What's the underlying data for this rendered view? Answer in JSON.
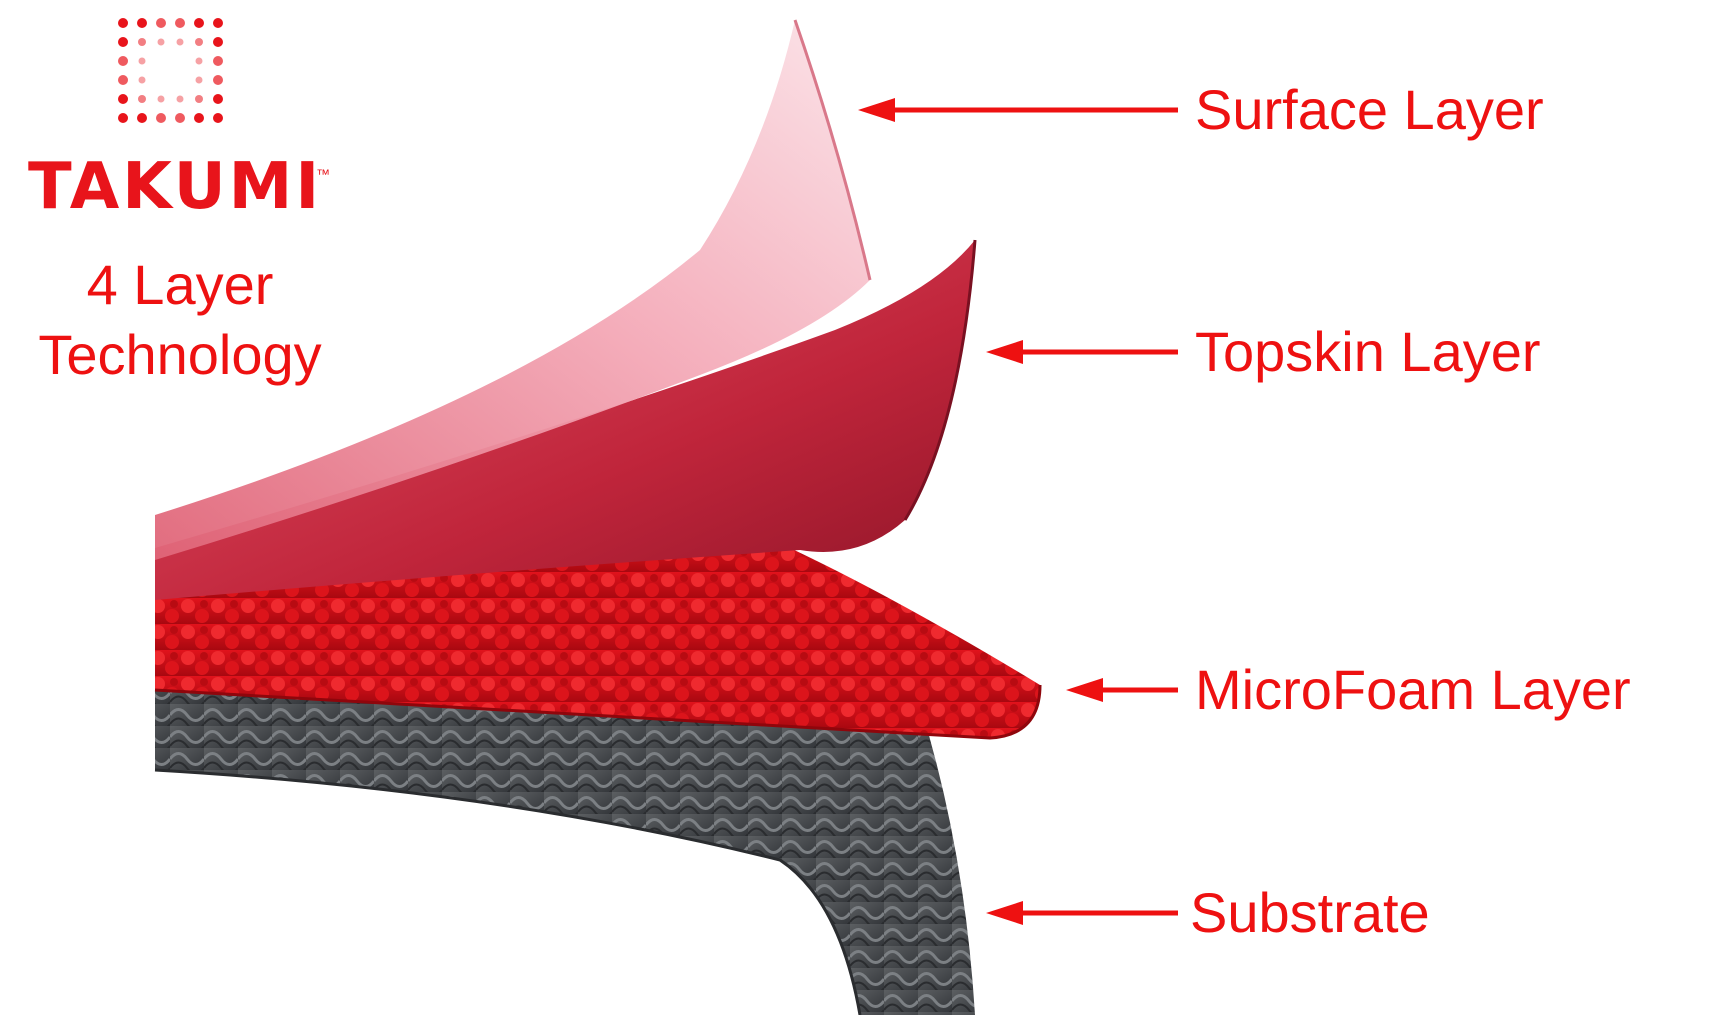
{
  "brand": {
    "logo_icon": "dotted-square-logo",
    "wordmark": "TAKUMI",
    "trademark": "™",
    "subtitle_line1": "4 Layer",
    "subtitle_line2": "Technology"
  },
  "layers": [
    {
      "label": "Surface Layer"
    },
    {
      "label": "Topskin Layer"
    },
    {
      "label": "MicroFoam Layer"
    },
    {
      "label": "Substrate"
    }
  ],
  "colors": {
    "accent": "#ee1111",
    "surface": "#f1a3b0",
    "topskin": "#c4273d",
    "microfoam": "#d40a14",
    "substrate": "#4a4d50"
  }
}
